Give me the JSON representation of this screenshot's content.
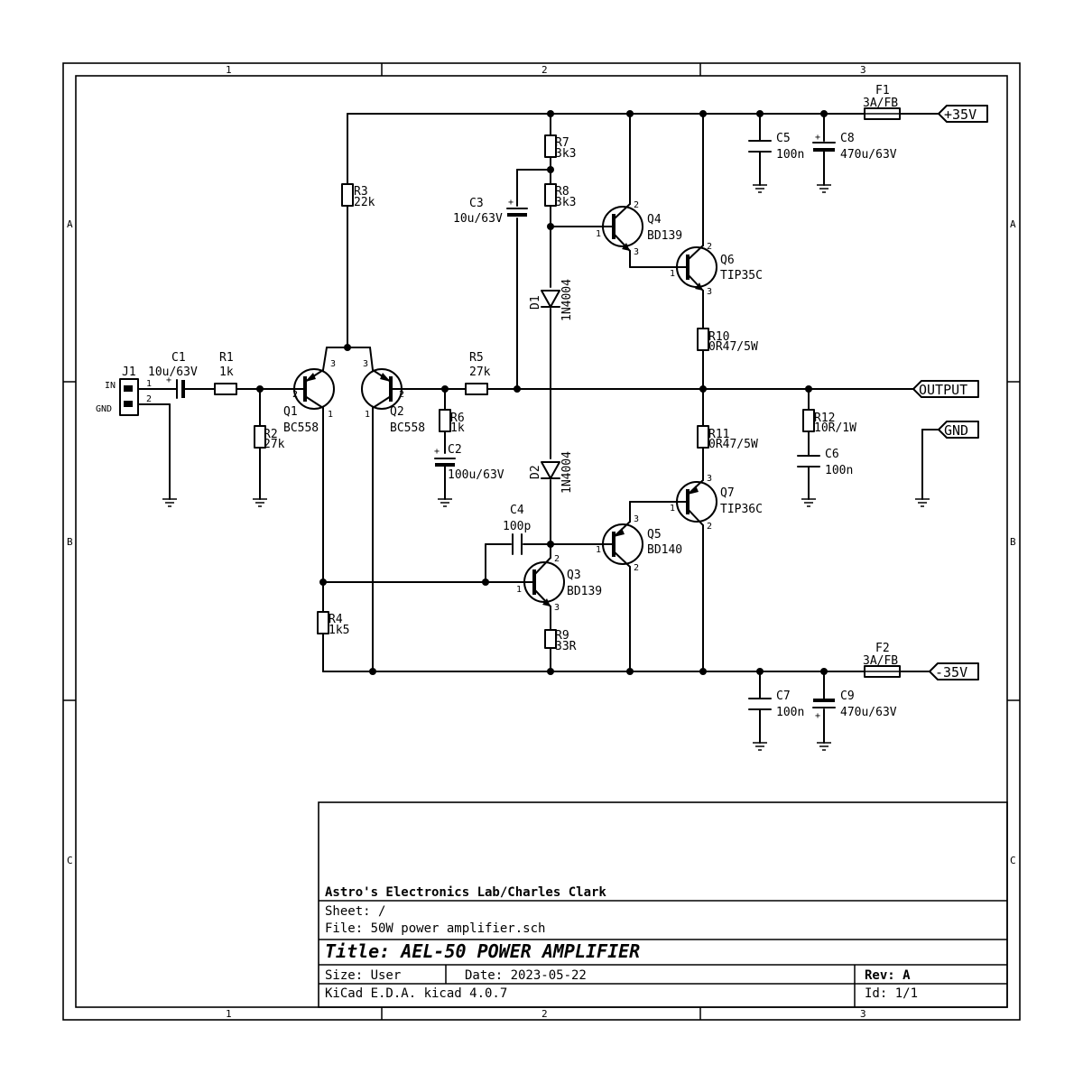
{
  "frame": {
    "col_labels": [
      "1",
      "2",
      "3"
    ],
    "row_labels": [
      "A",
      "B",
      "C"
    ]
  },
  "nets": {
    "pos_supply": "+35V",
    "neg_supply": "-35V",
    "output": "OUTPUT",
    "ground": "GND"
  },
  "connector": {
    "ref": "J1",
    "pin1_name": "IN",
    "pin2_name": "GND",
    "pin1": "1",
    "pin2": "2"
  },
  "components": {
    "C1": {
      "ref": "C1",
      "value": "10u/63V"
    },
    "R1": {
      "ref": "R1",
      "value": "1k"
    },
    "R2": {
      "ref": "R2",
      "value": "27k"
    },
    "R3": {
      "ref": "R3",
      "value": "22k"
    },
    "R4": {
      "ref": "R4",
      "value": "1k5"
    },
    "R5": {
      "ref": "R5",
      "value": "27k"
    },
    "R6": {
      "ref": "R6",
      "value": "1k"
    },
    "C2": {
      "ref": "C2",
      "value": "100u/63V"
    },
    "C3": {
      "ref": "C3",
      "value": "10u/63V"
    },
    "R7": {
      "ref": "R7",
      "value": "3k3"
    },
    "R8": {
      "ref": "R8",
      "value": "3k3"
    },
    "D1": {
      "ref": "D1",
      "value": "1N4004"
    },
    "D2": {
      "ref": "D2",
      "value": "1N4004"
    },
    "C4": {
      "ref": "C4",
      "value": "100p"
    },
    "Q1": {
      "ref": "Q1",
      "value": "BC558"
    },
    "Q2": {
      "ref": "Q2",
      "value": "BC558"
    },
    "Q3": {
      "ref": "Q3",
      "value": "BD139"
    },
    "Q4": {
      "ref": "Q4",
      "value": "BD139"
    },
    "Q5": {
      "ref": "Q5",
      "value": "BD140"
    },
    "Q6": {
      "ref": "Q6",
      "value": "TIP35C"
    },
    "Q7": {
      "ref": "Q7",
      "value": "TIP36C"
    },
    "R9": {
      "ref": "R9",
      "value": "33R"
    },
    "R10": {
      "ref": "R10",
      "value": "0R47/5W"
    },
    "R11": {
      "ref": "R11",
      "value": "0R47/5W"
    },
    "R12": {
      "ref": "R12",
      "value": "10R/1W"
    },
    "C5": {
      "ref": "C5",
      "value": "100n"
    },
    "C6": {
      "ref": "C6",
      "value": "100n"
    },
    "C7": {
      "ref": "C7",
      "value": "100n"
    },
    "C8": {
      "ref": "C8",
      "value": "470u/63V"
    },
    "C9": {
      "ref": "C9",
      "value": "470u/63V"
    },
    "F1": {
      "ref": "F1",
      "value": "3A/FB"
    },
    "F2": {
      "ref": "F2",
      "value": "3A/FB"
    }
  },
  "pins": {
    "p1": "1",
    "p2": "2",
    "p3": "3",
    "plus": "+"
  },
  "title_block": {
    "company": "Astro's Electronics Lab/Charles Clark",
    "sheet": "Sheet: /",
    "file": "File: 50W power amplifier.sch",
    "title": "Title: AEL-50 POWER AMPLIFIER",
    "size": "Size: User",
    "date": "Date: 2023-05-22",
    "rev": "Rev: A",
    "tool": "KiCad E.D.A.  kicad 4.0.7",
    "id": "Id: 1/1"
  }
}
